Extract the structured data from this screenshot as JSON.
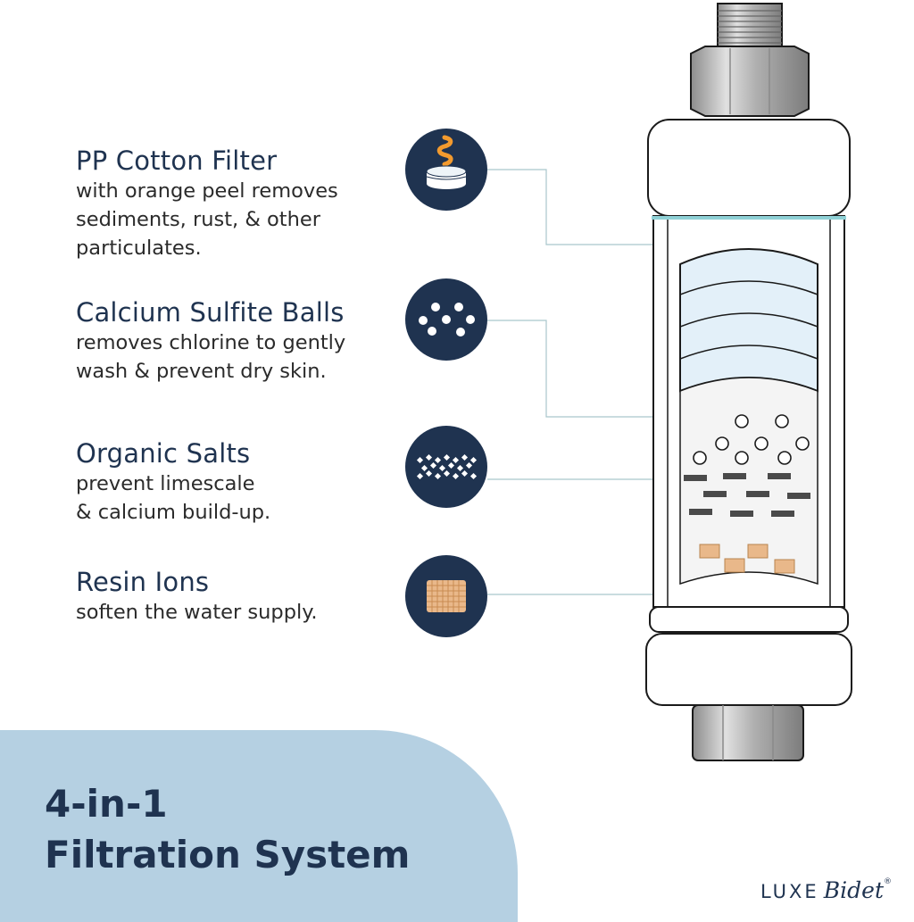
{
  "features": [
    {
      "title": "PP Cotton Filter",
      "description": "with orange peel removes\nsediments, rust, & other\nparticulates."
    },
    {
      "title": "Calcium Sulfite Balls",
      "description": "removes chlorine to gently\nwash & prevent dry skin."
    },
    {
      "title": "Organic Salts",
      "description": "prevent limescale\n& calcium build-up."
    },
    {
      "title": "Resin Ions",
      "description": "soften the water supply."
    }
  ],
  "icons": [
    "cotton-roll-orange-peel-icon",
    "balls-icon",
    "salt-crystals-icon",
    "resin-beads-icon"
  ],
  "headline": "4-in-1\nFiltration System",
  "brand": {
    "name": "LUXE",
    "script": "Bidet",
    "mark": "®"
  },
  "colors": {
    "navy": "#1f3350",
    "light_blue": "#b5d0e2",
    "filter_blue": "#e3f0f9",
    "orange": "#f29a2e",
    "resin": "#e9b88a"
  }
}
